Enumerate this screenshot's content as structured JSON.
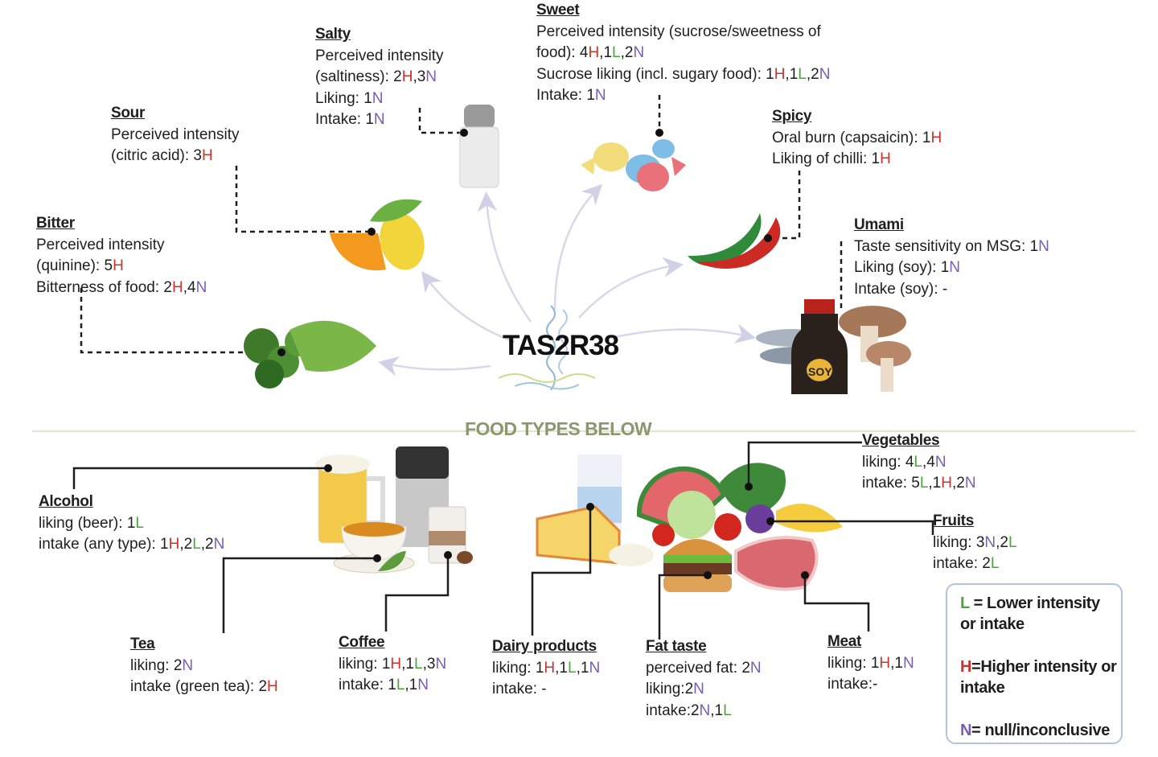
{
  "center": {
    "title": "TAS2R38"
  },
  "divider": {
    "label": "FOOD TYPES BELOW"
  },
  "tastes": {
    "salty": {
      "title": "Salty",
      "lines": [
        "Perceived intensity",
        "(saltiness): 2H,3N",
        "Liking: 1N",
        "Intake: 1N"
      ]
    },
    "sweet": {
      "title": "Sweet",
      "lines": [
        "Perceived intensity (sucrose/sweetness of",
        "food): 4H,1L,2N",
        "Sucrose liking (incl. sugary food): 1H,1L,2N",
        "Intake: 1N"
      ]
    },
    "sour": {
      "title": "Sour",
      "lines": [
        "Perceived intensity",
        "(citric acid): 3H"
      ]
    },
    "spicy": {
      "title": "Spicy",
      "lines": [
        "Oral burn (capsaicin): 1H",
        "Liking of chilli: 1H"
      ]
    },
    "umami": {
      "title": "Umami",
      "lines": [
        "Taste sensitivity on MSG: 1N",
        "Liking (soy): 1N",
        "Intake (soy): -"
      ]
    },
    "bitter": {
      "title": "Bitter",
      "lines": [
        "Perceived intensity",
        "(quinine): 5H",
        "Bitterness of food: 2H,4N"
      ]
    }
  },
  "foods": {
    "vegetables": {
      "title": "Vegetables",
      "lines": [
        "liking: 4L,4N",
        "intake: 5L,1H,2N"
      ]
    },
    "fruits": {
      "title": "Fruits",
      "lines": [
        "liking: 3N,2L",
        "intake: 2L"
      ]
    },
    "alcohol": {
      "title": "Alcohol",
      "lines": [
        "liking (beer): 1L",
        "intake (any type): 1H,2L,2N"
      ]
    },
    "tea": {
      "title": "Tea",
      "lines": [
        "liking: 2N",
        "intake (green tea): 2H"
      ]
    },
    "coffee": {
      "title": "Coffee",
      "lines": [
        "liking: 1H,1L,3N",
        "intake: 1L,1N"
      ]
    },
    "dairy": {
      "title": "Dairy products",
      "lines": [
        "liking: 1H,1L,1N",
        "intake: -"
      ]
    },
    "fat": {
      "title": "Fat taste",
      "lines": [
        "perceived fat: 2N",
        "liking:2N",
        "intake:2N,1L"
      ]
    },
    "meat": {
      "title": "Meat",
      "lines": [
        "liking: 1H,1N",
        "intake:-"
      ]
    }
  },
  "legend": {
    "items": [
      "L = Lower intensity or intake",
      "H=Higher intensity or intake",
      "N= null/inconclusive"
    ]
  },
  "colors": {
    "higher": "#c8332b",
    "lower": "#4aa63a",
    "null": "#7b5cb4",
    "divider": "#8a9870",
    "arrow": "#d6d6ea"
  }
}
